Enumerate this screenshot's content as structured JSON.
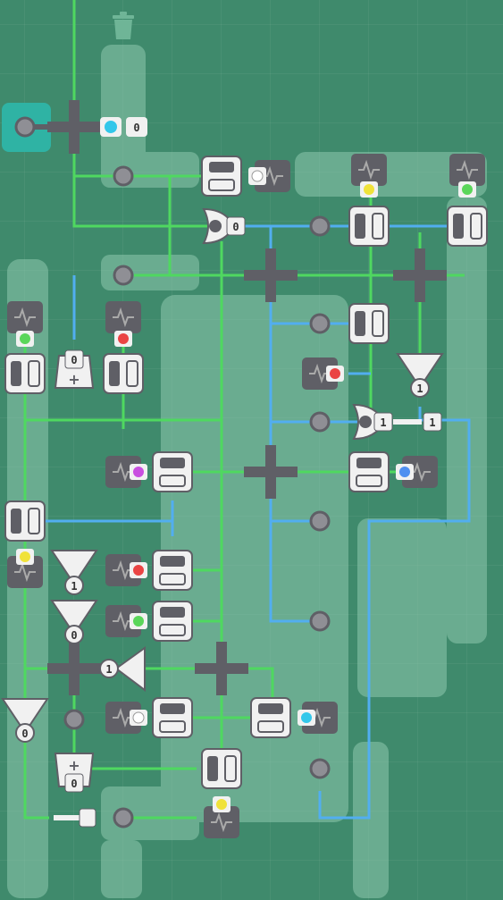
{
  "palette": {
    "wire_green": "#4fd860",
    "wire_blue": "#52aef0",
    "track": "#8ec9ae",
    "part_light": "#f1f1f1",
    "part_dark": "#5f5f66",
    "trash_icon": "#6fb597"
  },
  "counters": {
    "top_input": "0",
    "or_gate_top": "0",
    "adder_left": "0",
    "filter_right": "1",
    "or_gate_right": "1",
    "output_right": "1",
    "filter_left_a": "1",
    "filter_left_b": "0",
    "amplifier_left": "1",
    "filter_bottom_left": "0",
    "adder_bottom": "0"
  },
  "sensors": {
    "colors": [
      "cyan",
      "white",
      "yellow",
      "green",
      "green",
      "red",
      "red",
      "magenta",
      "blue",
      "yellow",
      "red",
      "green",
      "white",
      "cyan",
      "yellow"
    ]
  }
}
